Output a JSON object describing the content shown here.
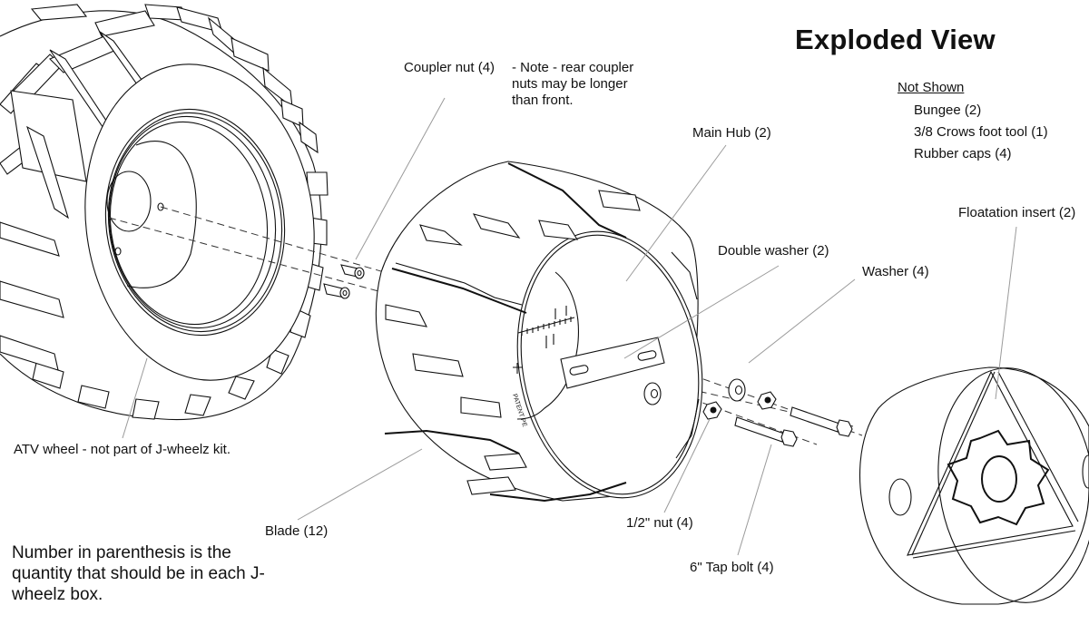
{
  "title": "Exploded View",
  "not_shown": {
    "heading": "Not Shown",
    "items": [
      {
        "label": "Bungee (2)"
      },
      {
        "label": "3/8 Crows foot tool (1)"
      },
      {
        "label": "Rubber caps (4)"
      }
    ]
  },
  "parts": {
    "coupler_nut": "Coupler nut (4)",
    "coupler_note": "- Note - rear coupler nuts may be longer than front.",
    "main_hub": "Main Hub (2)",
    "floatation_insert": "Floatation insert (2)",
    "double_washer": "Double washer (2)",
    "washer": "Washer (4)",
    "atv_wheel": "ATV wheel - not part of J-wheelz kit.",
    "blade": "Blade (12)",
    "half_inch_nut": "1/2\" nut (4)",
    "tap_bolt": "6\" Tap bolt (4)"
  },
  "footnote": "Number in parenthesis is the quantity that should be in each J-wheelz box.",
  "hub_marking": "PATENT PE"
}
